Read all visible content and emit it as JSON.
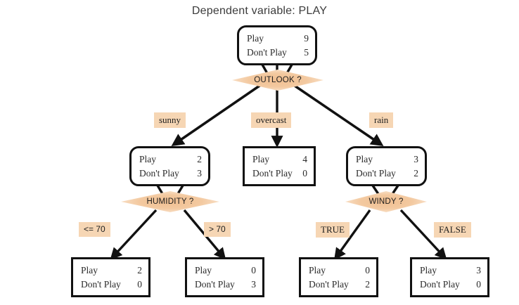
{
  "title": "Dependent variable: PLAY",
  "colors": {
    "label_bg": "#f6d6b4",
    "diamond_fill": "#f3c9a0",
    "node_border": "#111111",
    "text": "#2a2a2a",
    "background": "#ffffff"
  },
  "row_labels": {
    "play": "Play",
    "dont_play": "Don't Play"
  },
  "chart_data": {
    "type": "diagram",
    "diagram_type": "decision-tree",
    "title": "Dependent variable: PLAY",
    "target": "PLAY",
    "class_labels": [
      "Play",
      "Don't Play"
    ],
    "nodes": [
      {
        "id": "root",
        "shape": "rounded",
        "play": 9,
        "dont_play": 5,
        "split": "OUTLOOK ?"
      },
      {
        "id": "sunny",
        "shape": "rounded",
        "play": 2,
        "dont_play": 3,
        "split": "HUMIDITY ?"
      },
      {
        "id": "overcast",
        "shape": "square",
        "play": 4,
        "dont_play": 0,
        "split": null
      },
      {
        "id": "rain",
        "shape": "rounded",
        "play": 3,
        "dont_play": 2,
        "split": "WINDY ?"
      },
      {
        "id": "hum_le70",
        "shape": "square",
        "play": 2,
        "dont_play": 0,
        "split": null
      },
      {
        "id": "hum_gt70",
        "shape": "square",
        "play": 0,
        "dont_play": 3,
        "split": null
      },
      {
        "id": "windy_t",
        "shape": "square",
        "play": 0,
        "dont_play": 2,
        "split": null
      },
      {
        "id": "windy_f",
        "shape": "square",
        "play": 3,
        "dont_play": 0,
        "split": null
      }
    ],
    "edges": [
      {
        "from": "root",
        "to": "sunny",
        "label": "sunny"
      },
      {
        "from": "root",
        "to": "overcast",
        "label": "overcast"
      },
      {
        "from": "root",
        "to": "rain",
        "label": "rain"
      },
      {
        "from": "sunny",
        "to": "hum_le70",
        "label": "<= 70"
      },
      {
        "from": "sunny",
        "to": "hum_gt70",
        "label": "> 70"
      },
      {
        "from": "rain",
        "to": "windy_t",
        "label": "TRUE"
      },
      {
        "from": "rain",
        "to": "windy_f",
        "label": "FALSE"
      }
    ]
  },
  "nodes": {
    "root": {
      "play": "9",
      "dont_play": "5"
    },
    "sunny": {
      "play": "2",
      "dont_play": "3"
    },
    "overcast": {
      "play": "4",
      "dont_play": "0"
    },
    "rain": {
      "play": "3",
      "dont_play": "2"
    },
    "hum_le70": {
      "play": "2",
      "dont_play": "0"
    },
    "hum_gt70": {
      "play": "0",
      "dont_play": "3"
    },
    "windy_t": {
      "play": "0",
      "dont_play": "2"
    },
    "windy_f": {
      "play": "3",
      "dont_play": "0"
    }
  },
  "splits": {
    "outlook": "OUTLOOK ?",
    "humidity": "HUMIDITY ?",
    "windy": "WINDY ?"
  },
  "branches": {
    "sunny": "sunny",
    "overcast": "overcast",
    "rain": "rain",
    "le70": "<= 70",
    "gt70": "> 70",
    "true": "TRUE",
    "false": "FALSE"
  }
}
